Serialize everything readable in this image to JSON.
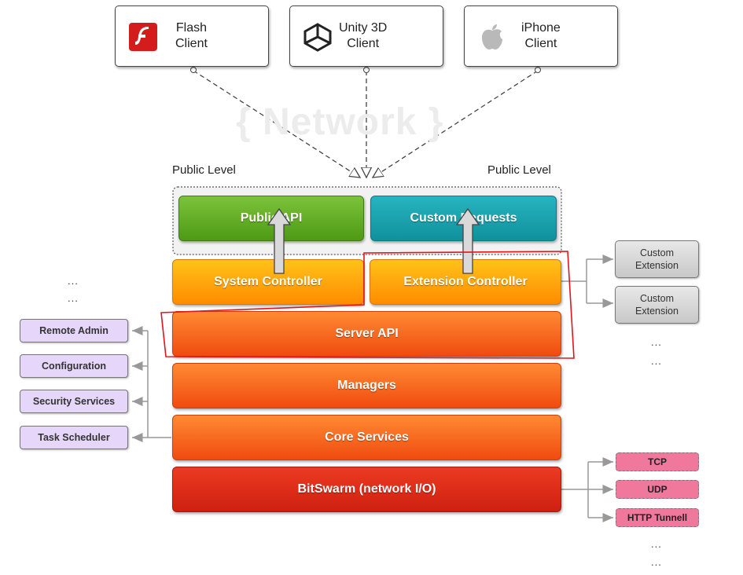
{
  "watermark": "{ Network }",
  "clients": [
    {
      "line1": "Flash",
      "line2": "Client",
      "icon": "flash-icon"
    },
    {
      "line1": "Unity 3D",
      "line2": "Client",
      "icon": "unity-icon"
    },
    {
      "line1": "iPhone",
      "line2": "Client",
      "icon": "apple-icon"
    }
  ],
  "public_level_left": "Public Level",
  "public_level_right": "Public Level",
  "layers": {
    "public_api": "Public API",
    "custom_requests": "Custom Requests",
    "system_controller": "System Controller",
    "extension_controller": "Extension Controller",
    "server_api": "Server API",
    "managers": "Managers",
    "core_services": "Core Services",
    "bitswarm": "BitSwarm (network I/O)"
  },
  "left_services": [
    "Remote Admin",
    "Configuration",
    "Security Services",
    "Task Scheduler"
  ],
  "left_ellipsis": [
    "...",
    "..."
  ],
  "extensions": [
    {
      "line1": "Custom",
      "line2": "Extension"
    },
    {
      "line1": "Custom",
      "line2": "Extension"
    }
  ],
  "extension_ellipsis": [
    "...",
    "..."
  ],
  "protocols": [
    "TCP",
    "UDP",
    "HTTP Tunnell"
  ],
  "protocol_ellipsis": [
    "...",
    "..."
  ],
  "colors": {
    "public_api": "#5fae22",
    "custom_requests": "#17a3ae",
    "controller": "#ffa40d",
    "core": "#f7661e",
    "bitswarm": "#dd2c18",
    "service_box": "#e6d7fa",
    "extension_box": "#d6d6d6",
    "protocol_box": "#f0789c",
    "highlight": "#e0161b"
  }
}
